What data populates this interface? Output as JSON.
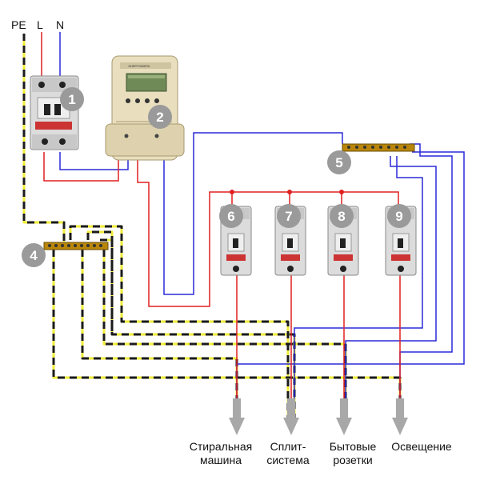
{
  "supply_labels": {
    "pe": "PE",
    "l": "L",
    "n": "N"
  },
  "components": {
    "main_breaker": {
      "number": "1"
    },
    "meter": {
      "number": "2",
      "brand": "ЭНЕРГОМЕРА"
    },
    "pe_bus": {
      "number": "4"
    },
    "neutral_bus": {
      "number": "5"
    },
    "breakers": [
      {
        "number": "6"
      },
      {
        "number": "7"
      },
      {
        "number": "8"
      },
      {
        "number": "9"
      }
    ]
  },
  "loads": [
    {
      "line1": "Стиральная",
      "line2": "машина"
    },
    {
      "line1": "Сплит-",
      "line2": "система"
    },
    {
      "line1": "Бытовые",
      "line2": "розетки"
    },
    {
      "line1": "Освещение",
      "line2": ""
    }
  ],
  "colors": {
    "phase": "#e02020",
    "neutral": "#2a2ad8",
    "ground_yellow": "#f2ec3a",
    "ground_dark": "#1a1a1a",
    "badge": "#9a9a9a",
    "arrow": "#a8a8a8",
    "breaker_body": "#dcdcdc",
    "meter_body": "#e9dfbf"
  }
}
